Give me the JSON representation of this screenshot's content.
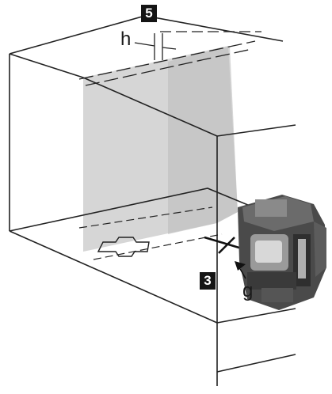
{
  "callouts": [
    {
      "label": "5"
    },
    {
      "label": "3"
    }
  ],
  "markers": [
    {
      "label": "h"
    },
    {
      "label": "g"
    }
  ],
  "colors": {
    "line": "#222222",
    "laser_plane": "#c8c8c8",
    "device_body": "#4a4a4a",
    "badge_bg": "#141414",
    "badge_text": "#ffffff"
  }
}
